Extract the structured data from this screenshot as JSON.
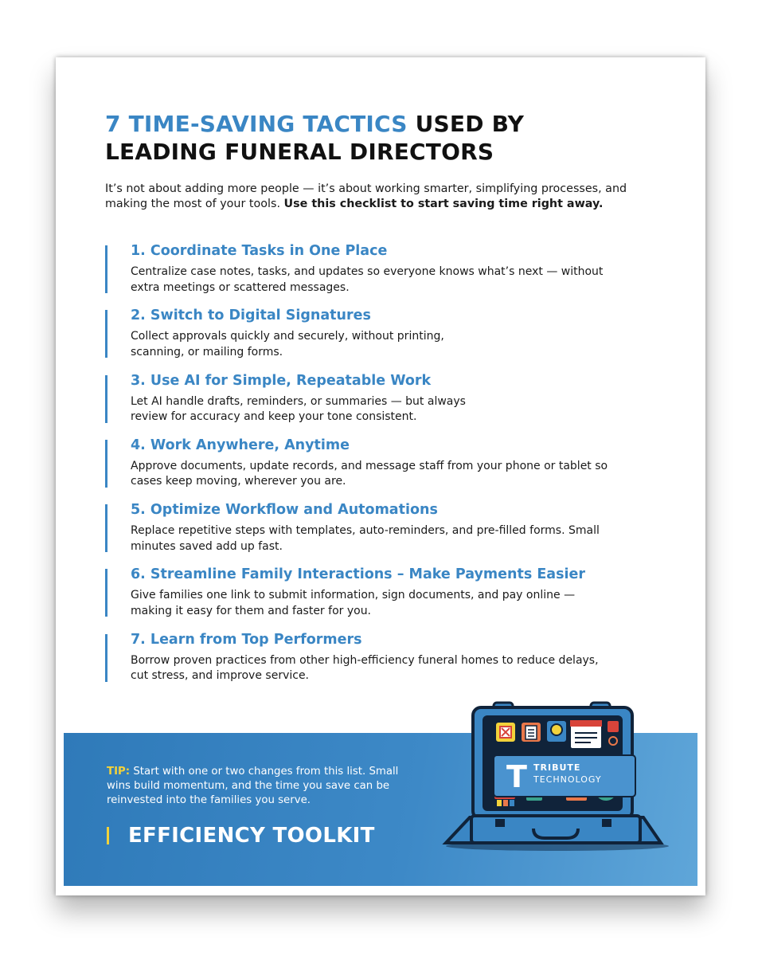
{
  "title": {
    "accent": "7 TIME-SAVING TACTICS",
    "rest_line1": " USED BY",
    "rest_line2": "LEADING FUNERAL DIRECTORS"
  },
  "intro": {
    "text": "It’s not about adding more people — it’s about working smarter, simplifying processes, and making the most of your tools. ",
    "bold": "Use this checklist to start saving time right away."
  },
  "tactics": [
    {
      "heading": "1. Coordinate Tasks in One Place",
      "body": "Centralize case notes, tasks, and updates so everyone knows what’s next — without extra meetings or scattered messages."
    },
    {
      "heading": "2. Switch to Digital Signatures",
      "body": "Collect approvals quickly and securely, without printing, scanning, or mailing forms."
    },
    {
      "heading": "3. Use AI for Simple, Repeatable Work",
      "body": "Let AI handle drafts, reminders, or summaries — but always review for accuracy and keep your tone consistent."
    },
    {
      "heading": "4. Work Anywhere, Anytime",
      "body": "Approve documents, update records, and message staff from your phone or tablet so cases keep moving, wherever you are."
    },
    {
      "heading": "5. Optimize Workflow and Automations",
      "body": "Replace repetitive steps with templates, auto-reminders, and pre-filled forms. Small minutes saved add up fast."
    },
    {
      "heading": "6. Streamline Family Interactions – Make Payments Easier",
      "body": "Give families one link to submit information, sign documents, and pay online — making it easy for them and faster for you."
    },
    {
      "heading": "7. Learn from Top Performers",
      "body": "Borrow proven practices from other high-efficiency funeral homes to reduce delays, cut stress, and improve service."
    }
  ],
  "footer": {
    "tip_label": "TIP:",
    "tip_text": " Start with one or two changes from this list. Small wins build momentum, and the time you save can be reinvested into the families you serve.",
    "toolkit_label": "EFFICIENCY TOOLKIT",
    "logo_line1": "TRIBUTE",
    "logo_line2": "TECHNOLOGY",
    "logo_letter": "T"
  },
  "colors": {
    "accent_blue": "#3a86c4",
    "tip_yellow": "#f2d23a",
    "footer_blue": "#2f7ab9"
  }
}
